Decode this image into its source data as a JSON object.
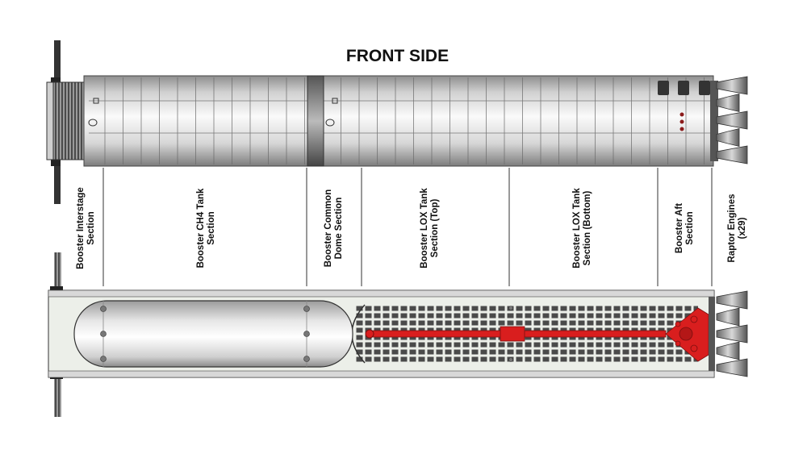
{
  "title": "FRONT SIDE",
  "sections": [
    {
      "line1": "Booster Interstage",
      "line2": "Section"
    },
    {
      "line1": "Booster CH4 Tank",
      "line2": "Section"
    },
    {
      "line1": "Booster Common",
      "line2": "Dome Section"
    },
    {
      "line1": "Booster LOX Tank",
      "line2": "Section (Top)"
    },
    {
      "line1": "Booster LOX Tank",
      "line2": "Section (Bottom)"
    },
    {
      "line1": "Booster Aft",
      "line2": "Section"
    },
    {
      "line1": "Raptor Engines",
      "line2": "(x29)"
    }
  ],
  "colors": {
    "hull_light": "#f2f2f2",
    "hull_dark": "#9a9a9a",
    "line": "#444444",
    "downcomer_red": "#d91e1e",
    "tank_interior": "#ecefe9"
  }
}
